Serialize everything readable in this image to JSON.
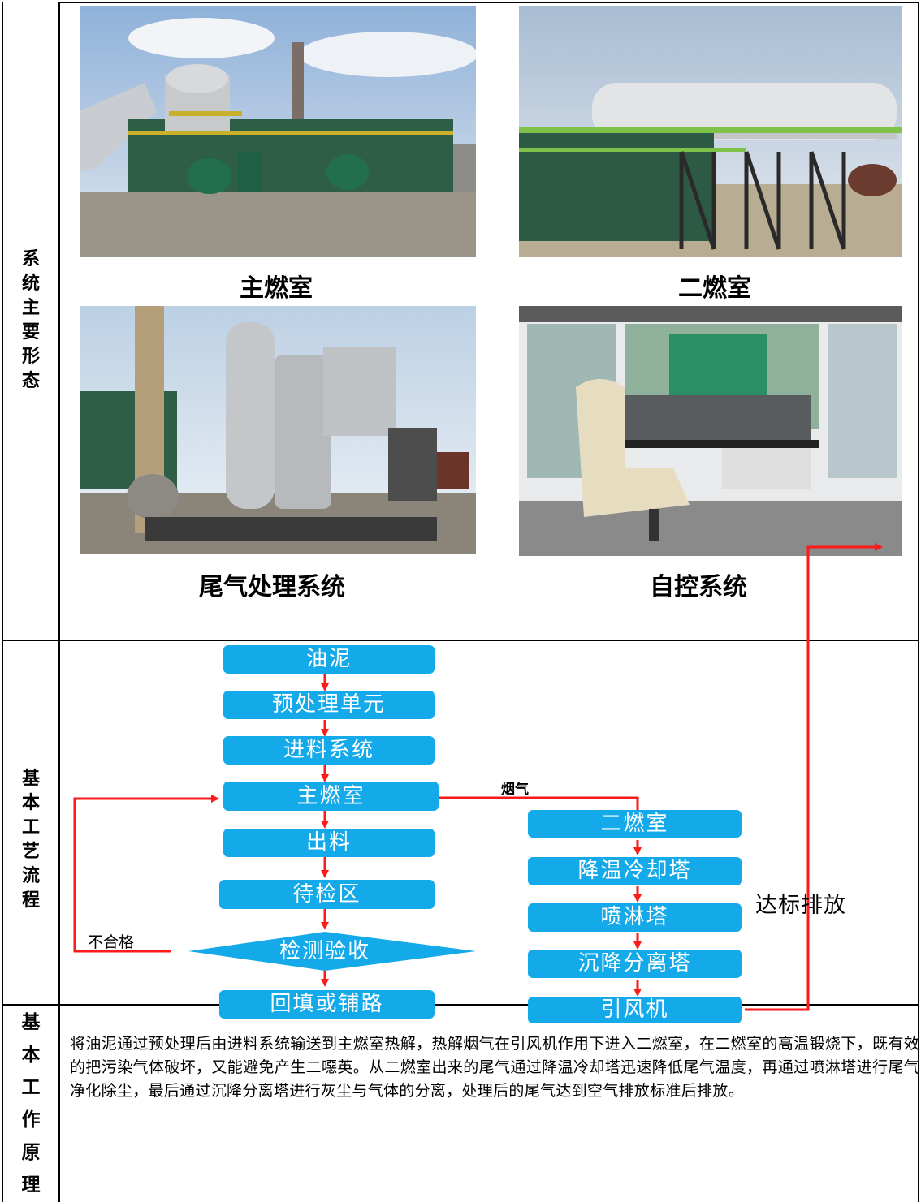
{
  "sections": {
    "forms": {
      "label": "系统主要形态"
    },
    "flow": {
      "label": "基本工艺流程"
    },
    "principle": {
      "label": "基本工作原理"
    }
  },
  "photos": [
    {
      "caption": "主燃室",
      "icon": "main-combustion-chamber-photo"
    },
    {
      "caption": "二燃室",
      "icon": "secondary-combustion-chamber-photo"
    },
    {
      "caption": "尾气处理系统",
      "icon": "exhaust-treatment-photo"
    },
    {
      "caption": "自控系统",
      "icon": "control-cabin-photo"
    }
  ],
  "flowchart": {
    "left_steps": [
      "油泥",
      "预处理单元",
      "进料系统",
      "主燃室",
      "出料",
      "待检区",
      "检测验收",
      "回填或铺路"
    ],
    "right_steps": [
      "二燃室",
      "降温冷却塔",
      "喷淋塔",
      "沉降分离塔",
      "引风机"
    ],
    "flue_gas_label": "烟气",
    "reject_label": "不合格",
    "discharge_label": "达标排放",
    "box_color": "#14a9e8",
    "arrow_color": "#ff1a1a"
  },
  "principle_text": "将油泥通过预处理后由进料系统输送到主燃室热解，热解烟气在引风机作用下进入二燃室，在二燃室的高温锻烧下，既有效的把污染气体破坏，又能避免产生二噁英。从二燃室出来的尾气通过降温冷却塔迅速降低尾气温度，再通过喷淋塔进行尾气净化除尘，最后通过沉降分离塔进行灰尘与气体的分离，处理后的尾气达到空气排放标准后排放。"
}
